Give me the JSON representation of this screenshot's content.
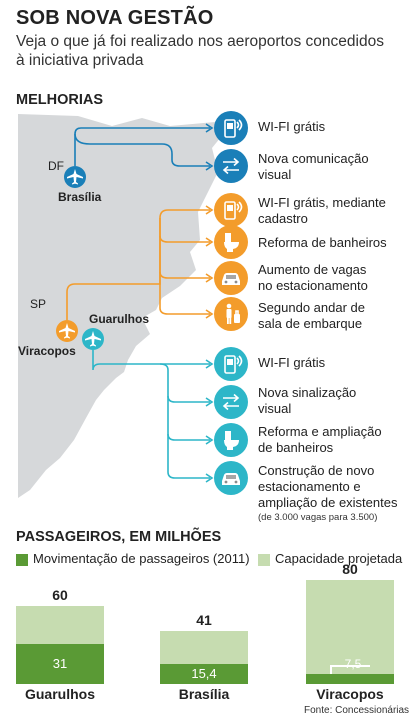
{
  "header": {
    "title": "SOB NOVA GESTÃO",
    "subtitle": "Veja o que já foi realizado nos aeroportos concedidos à iniciativa privada"
  },
  "melhorias": {
    "section_title": "MELHORIAS",
    "labels": {
      "df": "DF",
      "brasilia": "Brasília",
      "sp": "SP",
      "guarulhos": "Guarulhos",
      "viracopos": "Viracopos"
    },
    "colors": {
      "brasilia": "#1a7fb8",
      "viracopos": "#f39c2b",
      "guarulhos": "#2db6c8",
      "map": "#d6d8da"
    },
    "brasilia_items": [
      {
        "icon": "phone-wifi-icon",
        "lines": [
          "WI-FI grátis"
        ]
      },
      {
        "icon": "arrows-icon",
        "lines": [
          "Nova comunicação",
          "visual"
        ]
      }
    ],
    "viracopos_items": [
      {
        "icon": "phone-wifi-icon",
        "lines": [
          "WI-FI grátis, mediante",
          "cadastro"
        ]
      },
      {
        "icon": "toilet-icon",
        "lines": [
          "Reforma de banheiros"
        ]
      },
      {
        "icon": "car-icon",
        "lines": [
          "Aumento de vagas",
          "no estacionamento"
        ]
      },
      {
        "icon": "person-luggage-icon",
        "lines": [
          "Segundo andar de",
          "sala de embarque"
        ]
      }
    ],
    "guarulhos_items": [
      {
        "icon": "phone-wifi-icon",
        "lines": [
          "WI-FI grátis"
        ]
      },
      {
        "icon": "arrows-icon",
        "lines": [
          "Nova sinalização",
          "visual"
        ]
      },
      {
        "icon": "toilet-icon",
        "lines": [
          "Reforma e ampliação",
          "de banheiros"
        ]
      },
      {
        "icon": "car-icon",
        "lines": [
          "Construção de novo",
          "estacionamento e",
          "ampliação de existentes"
        ]
      }
    ],
    "guarulhos_note": "(de 3.000 vagas para 3.500)"
  },
  "chart_data": {
    "type": "bar",
    "title": "PASSAGEIROS, EM MILHÕES",
    "categories": [
      "Guarulhos",
      "Brasília",
      "Viracopos"
    ],
    "series": [
      {
        "name": "Movimentação de passageiros (2011)",
        "values": [
          31,
          15.4,
          7.5
        ],
        "labels": [
          "31",
          "15,4",
          "7,5"
        ],
        "color": "#5a9a35"
      },
      {
        "name": "Capacidade projetada",
        "values": [
          60,
          41,
          80
        ],
        "labels": [
          "60",
          "41",
          "80"
        ],
        "color": "#c6dcb0"
      }
    ],
    "ylim": [
      0,
      80
    ],
    "legend": "top",
    "source": "Fonte: Concessionárias"
  }
}
